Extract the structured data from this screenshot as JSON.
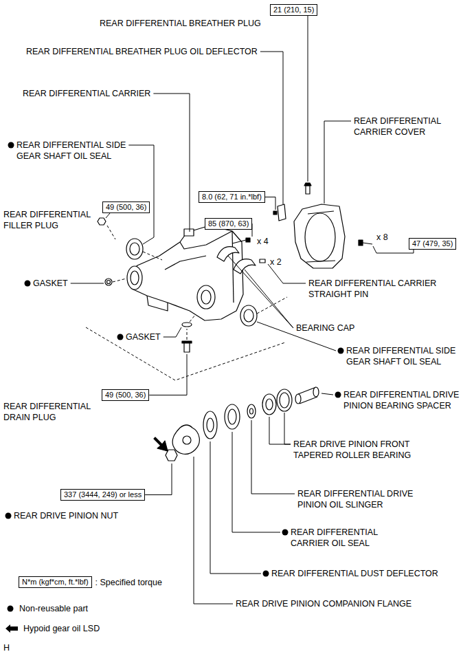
{
  "diagram": {
    "nodes": [
      {
        "text": [
          "21 (210, 15)"
        ]
      },
      {
        "text": [
          "49 (500, 36)"
        ]
      },
      {
        "text": [
          "8.0 (62, 71 in.*lbf)"
        ]
      },
      {
        "text": [
          "85 (870, 63)"
        ]
      },
      {
        "text": [
          "47 (479, 35)"
        ]
      },
      {
        "text": [
          "49 (500, 36)"
        ]
      },
      {
        "text": [
          "337 (3444, 249) or less"
        ]
      },
      {
        "text": [
          "N*m (kgf*cm, ft.*lbf)"
        ]
      }
    ],
    "labels": [
      "REAR DIFFERENTIAL BREATHER PLUG",
      "REAR DIFFERENTIAL BREATHER PLUG OIL DEFLECTOR",
      "REAR DIFFERENTIAL CARRIER",
      "REAR DIFFERENTIAL CARRIER COVER",
      "REAR DIFFERENTIAL SIDE GEAR SHAFT OIL SEAL",
      "REAR DIFFERENTIAL FILLER PLUG",
      "x 4",
      "x 2",
      "GASKET",
      "REAR DIFFERENTIAL CARRIER STRAIGHT PIN",
      "x 8",
      "BEARING CAP",
      "GASKET",
      "REAR DIFFERENTIAL SIDE GEAR SHAFT OIL SEAL",
      "REAR DIFFERENTIAL DRIVE PINION BEARING SPACER",
      "REAR DIFFERENTIAL DRAIN PLUG",
      "REAR DRIVE PINION FRONT TAPERED ROLLER BEARING",
      "REAR DIFFERENTIAL DRIVE PINION OIL SLINGER",
      "REAR DRIVE PINION NUT",
      "REAR DIFFERENTIAL CARRIER OIL SEAL",
      "REAR DIFFERENTIAL DUST DEFLECTOR",
      "REAR DRIVE PINION COMPANION FLANGE",
      "H"
    ],
    "legend": [
      {
        "text": ": Specified torque"
      },
      {
        "text": "Non-reusable part"
      },
      {
        "text": "Hypoid gear oil LSD"
      }
    ]
  }
}
